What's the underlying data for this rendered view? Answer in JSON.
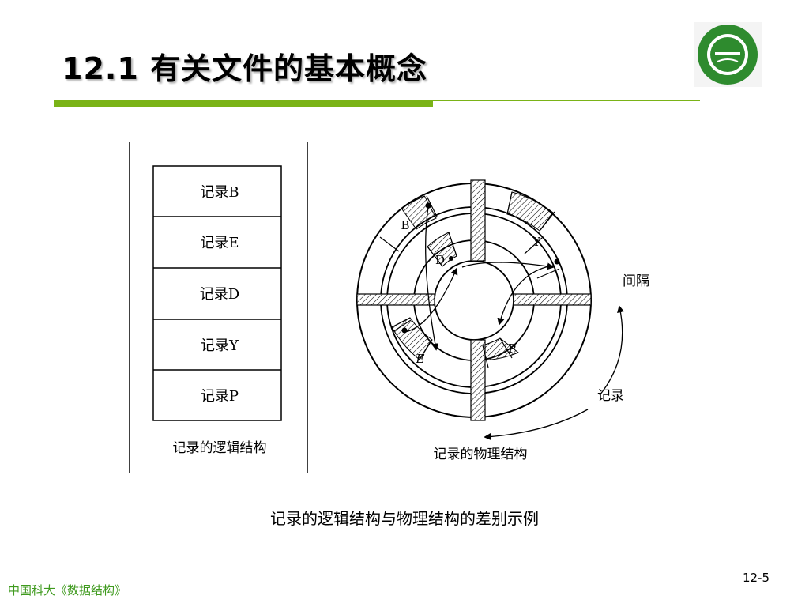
{
  "slide": {
    "title": "12.1 有关文件的基本概念",
    "caption": "记录的逻辑结构与物理结构的差别示例",
    "footer": "中国科大《数据结构》",
    "page_number": "12-5"
  },
  "logical": {
    "records": [
      "记录B",
      "记录E",
      "记录D",
      "记录Y",
      "记录P"
    ],
    "label": "记录的逻辑结构"
  },
  "physical": {
    "sector_labels": {
      "b": "B",
      "d": "D",
      "y": "Y",
      "e": "E",
      "p": "P"
    },
    "gap_label": "间隔",
    "record_label": "记录",
    "label": "记录的物理结构"
  },
  "colors": {
    "accent": "#7ab317",
    "logo_green": "#2e8b2e",
    "footer_green": "#3f9a1e"
  }
}
